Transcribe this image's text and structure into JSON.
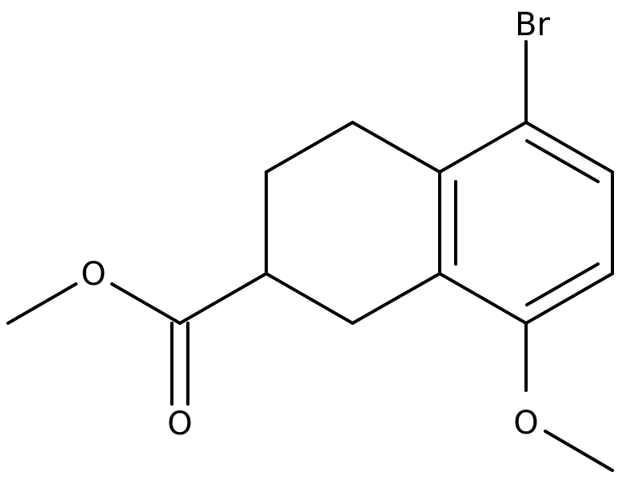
{
  "molecule": {
    "atom_labels": {
      "br": "Br",
      "ester_o_single": "O",
      "ester_o_double": "O",
      "methoxy_o": "O"
    }
  }
}
